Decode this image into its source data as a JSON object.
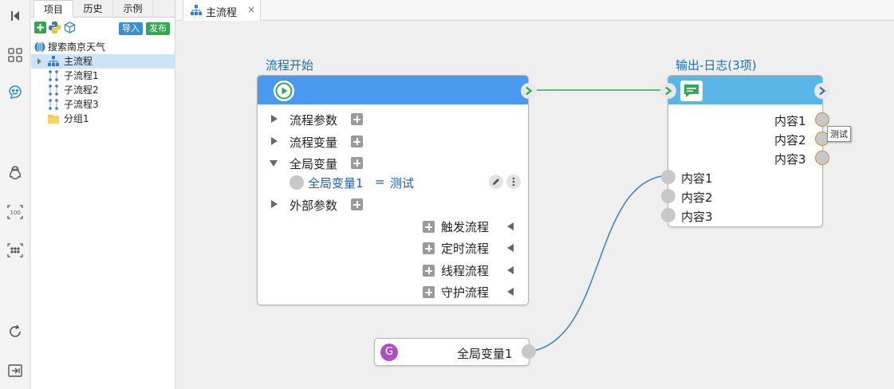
{
  "panel": {
    "tabs": [
      "项目",
      "历史",
      "示例"
    ],
    "import_label": "导入",
    "publish_label": "发布",
    "tree": [
      {
        "label": "搜索南京天气"
      },
      {
        "label": "主流程"
      },
      {
        "label": "子流程1"
      },
      {
        "label": "子流程2"
      },
      {
        "label": "子流程3"
      },
      {
        "label": "分组1"
      }
    ]
  },
  "editor": {
    "tab_label": "主流程",
    "tab_close": "×"
  },
  "start_node": {
    "title": "流程开始",
    "rows": [
      "流程参数",
      "流程变量",
      "全局变量"
    ],
    "var_label": "全局变量1",
    "var_eq": "=",
    "var_value": "测试",
    "external": "外部参数",
    "triggers": [
      "触发流程",
      "定时流程",
      "线程流程",
      "守护流程"
    ]
  },
  "log_node": {
    "title": "输出-日志(3项)",
    "outputs": [
      "内容1",
      "内容2",
      "内容3"
    ],
    "inputs": [
      "内容1",
      "内容2",
      "内容3"
    ],
    "tooltip": "测试"
  },
  "var_node": {
    "badge": "G",
    "label": "全局变量1"
  },
  "colors": {
    "start_header": "#4a9af2",
    "log_header": "#5ab6e6",
    "link_green": "#2faa55",
    "link_blue": "#3f86c8",
    "import_btn": "#3a8fd4",
    "publish_btn": "#2fa84f"
  }
}
